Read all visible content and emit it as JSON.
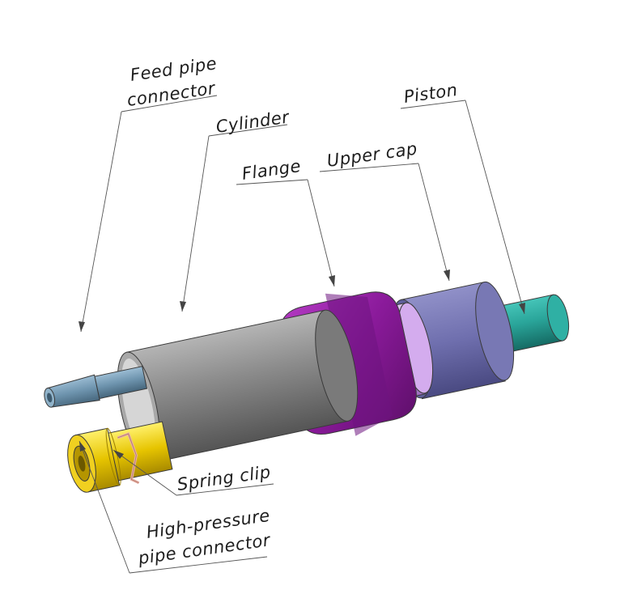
{
  "labels": {
    "feed_pipe_line1": "Feed pipe",
    "feed_pipe_line2": "connector",
    "cylinder": "Cylinder",
    "piston": "Piston",
    "flange": "Flange",
    "upper_cap": "Upper cap",
    "spring_clip": "Spring clip",
    "hp_line1": "High-pressure",
    "hp_line2": "pipe connector"
  },
  "colors": {
    "piston": "#2aa59a",
    "upper_cap": "#6f6fae",
    "sleeve": "#c99be6",
    "flange": "#8a1a9a",
    "cylinder": "#8c8c8c",
    "feed_pipe": "#6d93ad",
    "hp_connector": "#e6c400",
    "spring_clip": "#e8b4a8"
  }
}
